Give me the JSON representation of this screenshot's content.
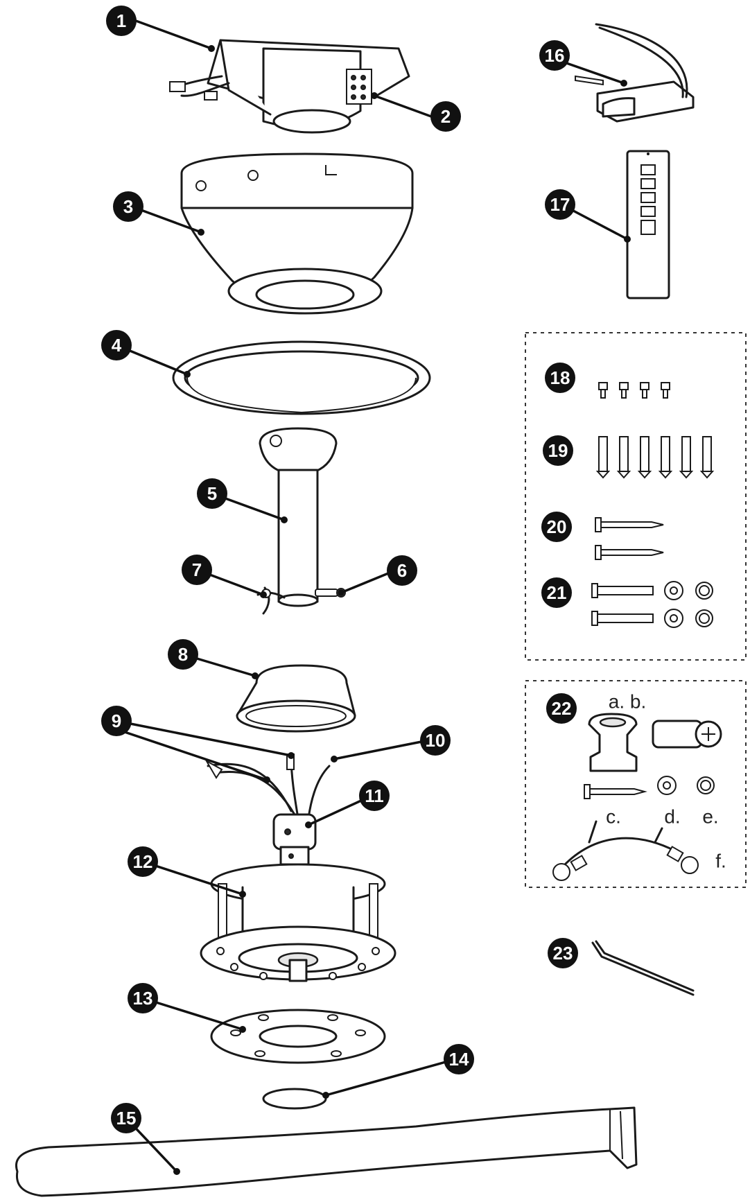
{
  "callouts": [
    {
      "id": "c1",
      "label": "1"
    },
    {
      "id": "c2",
      "label": "2"
    },
    {
      "id": "c3",
      "label": "3"
    },
    {
      "id": "c4",
      "label": "4"
    },
    {
      "id": "c5",
      "label": "5"
    },
    {
      "id": "c6",
      "label": "6"
    },
    {
      "id": "c7",
      "label": "7"
    },
    {
      "id": "c8",
      "label": "8"
    },
    {
      "id": "c9",
      "label": "9"
    },
    {
      "id": "c10",
      "label": "10"
    },
    {
      "id": "c11",
      "label": "11"
    },
    {
      "id": "c12",
      "label": "12"
    },
    {
      "id": "c13",
      "label": "13"
    },
    {
      "id": "c14",
      "label": "14"
    },
    {
      "id": "c15",
      "label": "15"
    },
    {
      "id": "c16",
      "label": "16"
    },
    {
      "id": "c17",
      "label": "17"
    },
    {
      "id": "c18",
      "label": "18"
    },
    {
      "id": "c19",
      "label": "19"
    },
    {
      "id": "c20",
      "label": "20"
    },
    {
      "id": "c21",
      "label": "21"
    },
    {
      "id": "c22",
      "label": "22"
    },
    {
      "id": "c23",
      "label": "23"
    }
  ],
  "kit_22_sublabels": {
    "ab": "a. b.",
    "c": "c.",
    "d": "d.",
    "e": "e.",
    "f": "f."
  }
}
